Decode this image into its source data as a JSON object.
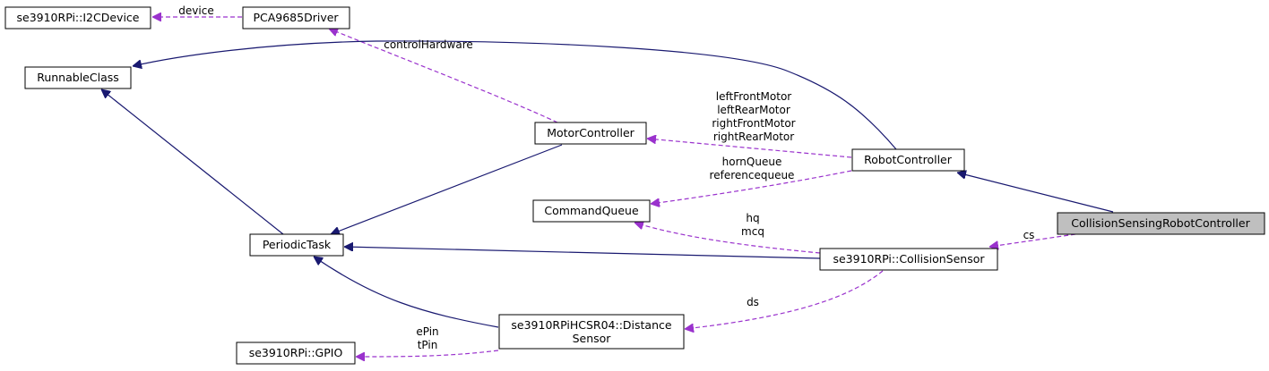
{
  "colors": {
    "inheritance_edge": "#191970",
    "association_edge": "#9a32cd",
    "highlight_fill": "#bfbfbf",
    "node_fill": "#ffffff",
    "node_border": "#000000"
  },
  "nodes": {
    "i2c_device": "se3910RPi::I2CDevice",
    "pca9685_driver": "PCA9685Driver",
    "runnable_class": "RunnableClass",
    "motor_controller": "MotorController",
    "robot_controller": "RobotController",
    "command_queue": "CommandQueue",
    "collision_sensing_robot_controller": "CollisionSensingRobotController",
    "periodic_task": "PeriodicTask",
    "collision_sensor": "se3910RPi::CollisionSensor",
    "distance_sensor": {
      "line1": "se3910RPiHCSR04::Distance",
      "line2": "Sensor"
    },
    "gpio": "se3910RPi::GPIO"
  },
  "edge_labels": {
    "device": "device",
    "control_hardware": "controlHardware",
    "motors": [
      "leftFrontMotor",
      "leftRearMotor",
      "rightFrontMotor",
      "rightRearMotor"
    ],
    "queues": [
      "hornQueue",
      "referencequeue"
    ],
    "hq_mcq": [
      "hq",
      "mcq"
    ],
    "cs": "cs",
    "ds": "ds",
    "pins": [
      "ePin",
      "tPin"
    ]
  }
}
